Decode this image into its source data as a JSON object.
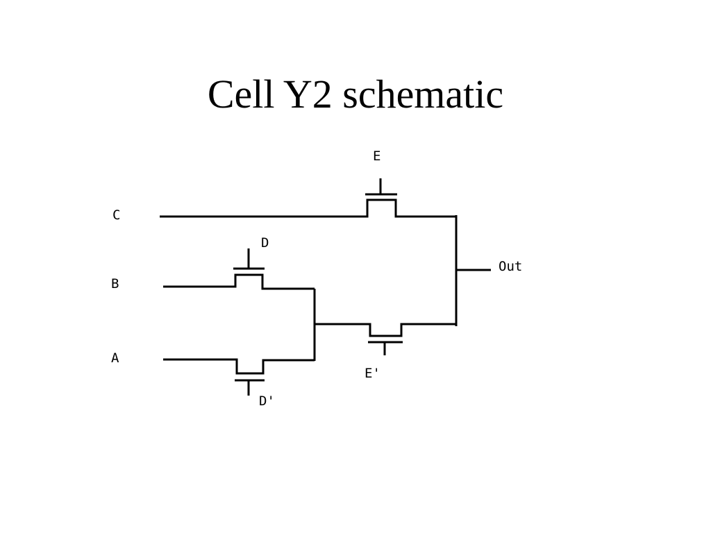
{
  "title": "Cell Y2 schematic",
  "labels": {
    "input_c": "C",
    "input_b": "B",
    "input_a": "A",
    "gate_e": "E",
    "gate_d": "D",
    "gate_d_bar": "D'",
    "gate_e_bar": "E'",
    "output": "Out"
  },
  "colors": {
    "line": "#000000",
    "background": "#ffffff"
  }
}
